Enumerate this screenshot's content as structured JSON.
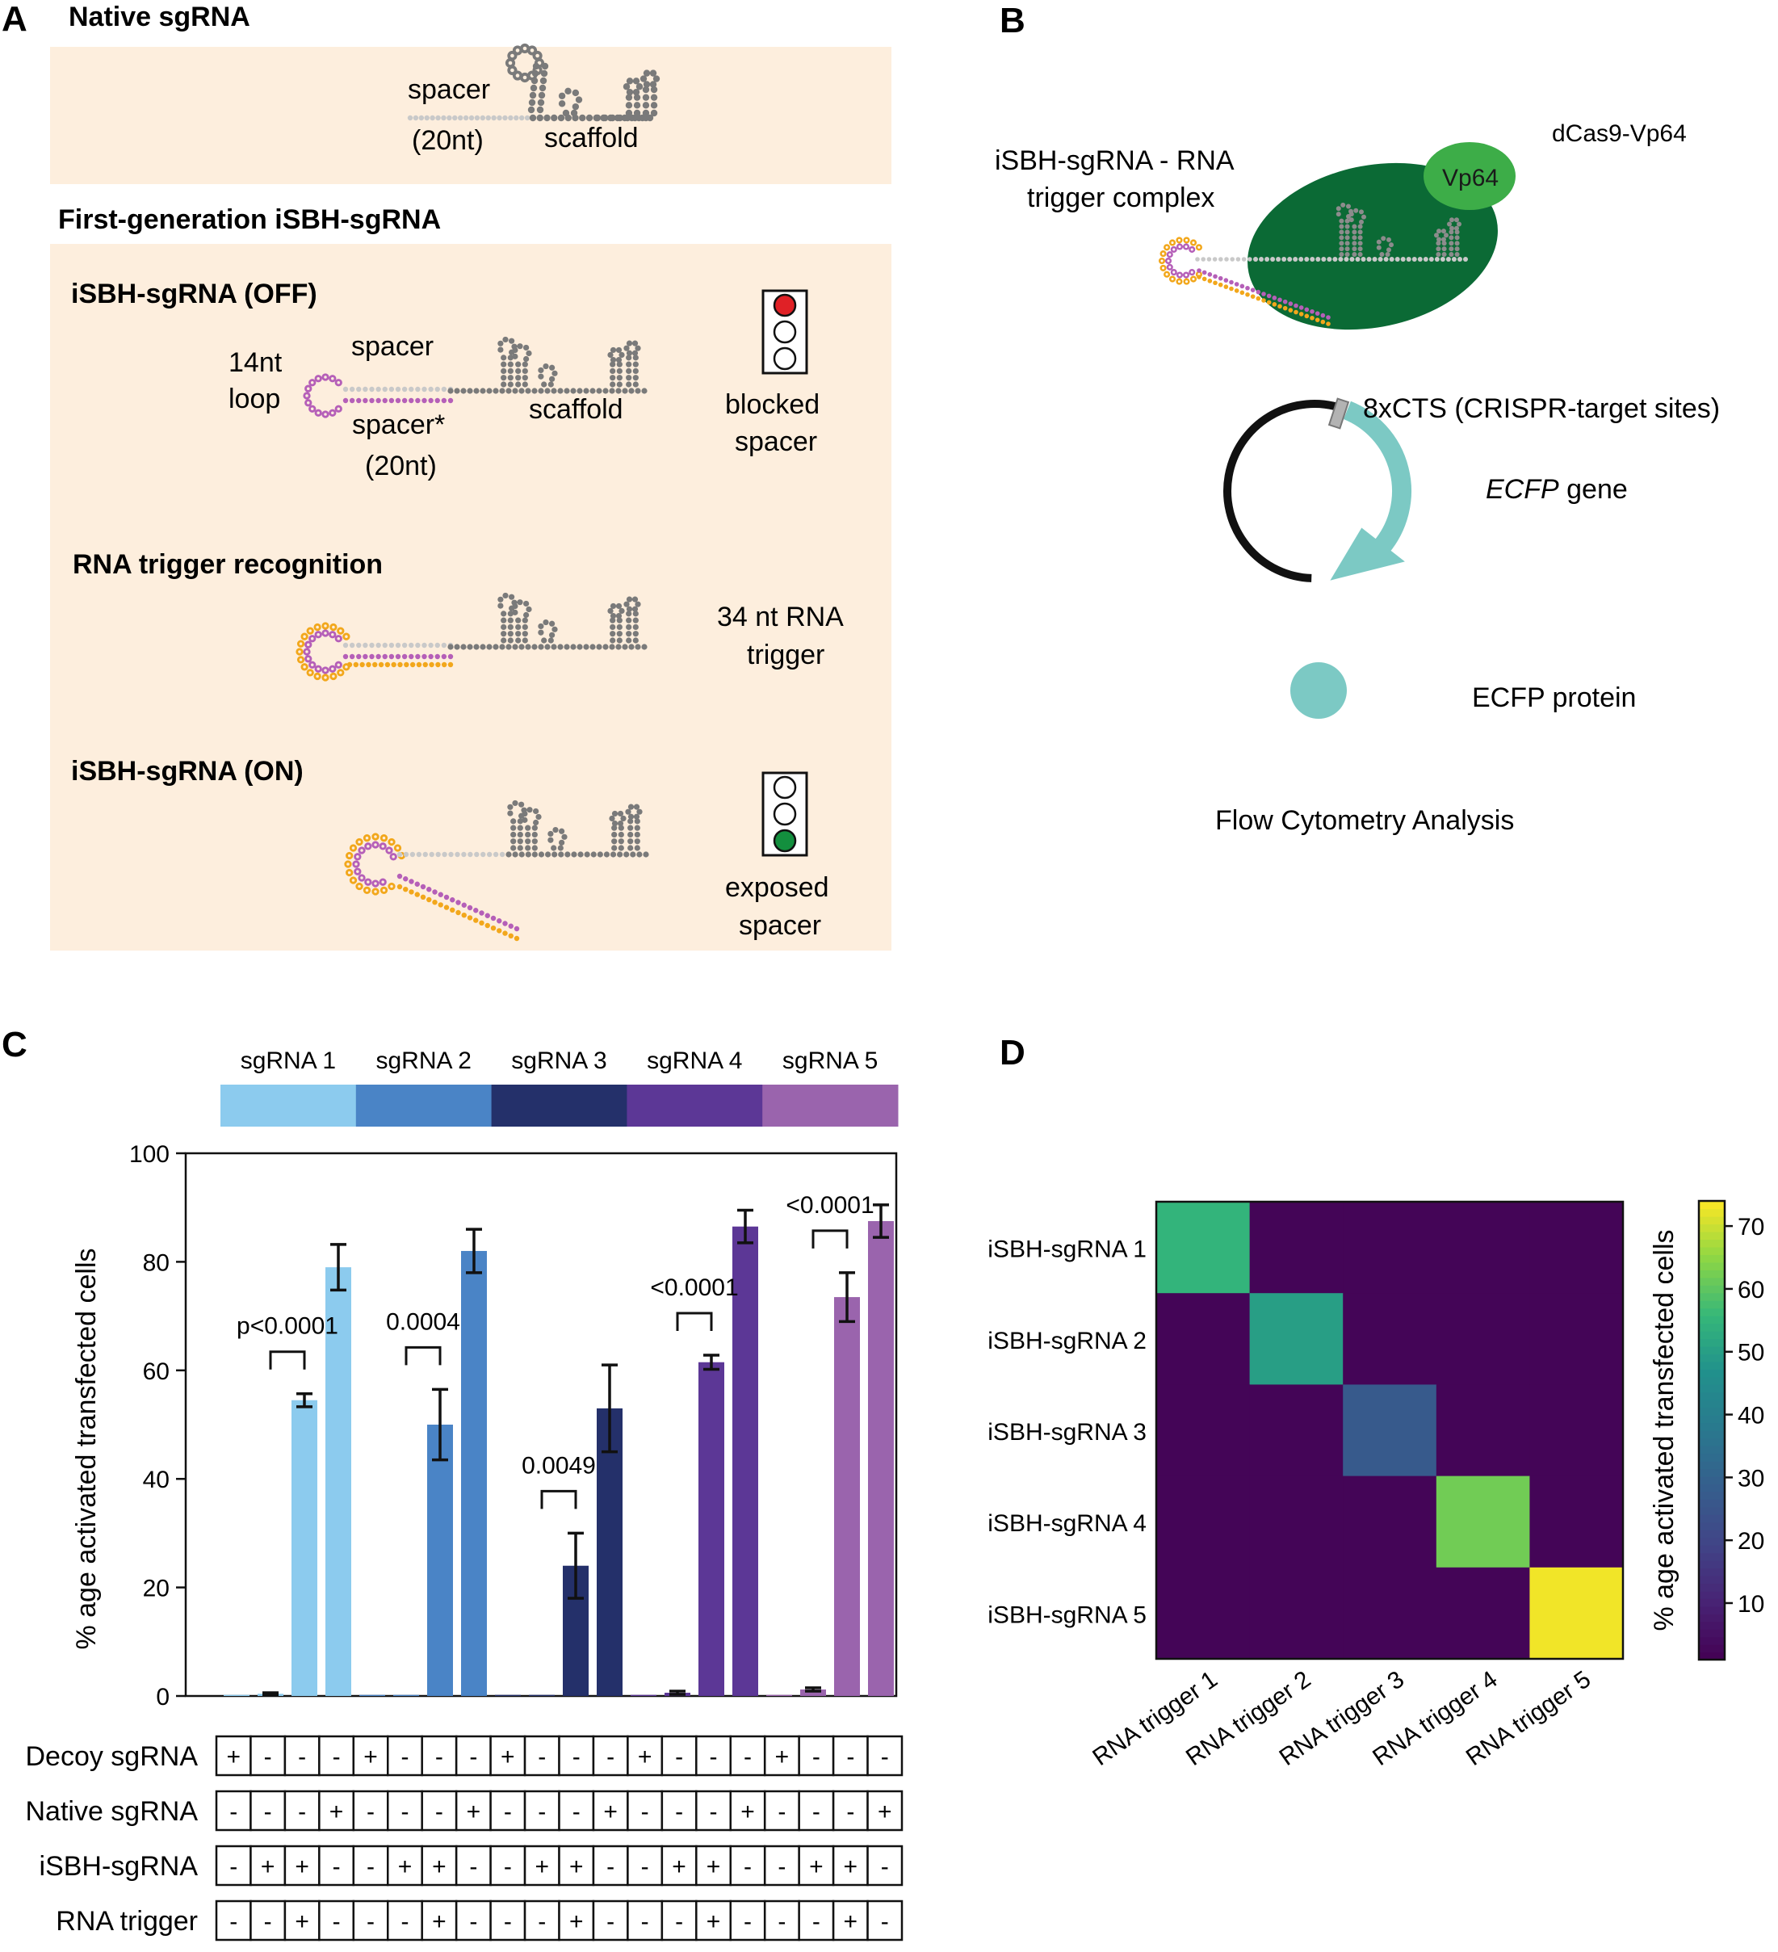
{
  "panels": {
    "A": "A",
    "B": "B",
    "C": "C",
    "D": "D"
  },
  "panel_a": {
    "native_title": "Native sgRNA",
    "native_spacer": "spacer",
    "native_20nt": "(20nt)",
    "native_scaffold": "scaffold",
    "first_gen_title": "First-generation  iSBH-sgRNA",
    "off_title": "iSBH-sgRNA (OFF)",
    "loop_14nt": "14nt",
    "loop_word": "loop",
    "off_spacer": "spacer",
    "off_spacer_star": "spacer*",
    "off_20nt": "(20nt)",
    "off_scaffold": "scaffold",
    "blocked_1": "blocked",
    "blocked_2": "spacer",
    "trigger_title": "RNA trigger recognition",
    "trigger_1": "34 nt RNA",
    "trigger_2": "trigger",
    "on_title": "iSBH-sgRNA (ON)",
    "exposed_1": "exposed",
    "exposed_2": "spacer",
    "colors": {
      "loop": "#b55fb8",
      "spacer": "#c9c9c9",
      "scaffold": "#7a7a7a",
      "trigger": "#f2a71b",
      "box": "#fdeedd",
      "red": "#e02126",
      "green": "#138f3e"
    }
  },
  "panel_b": {
    "complex_1": "iSBH-sgRNA - RNA",
    "complex_2": "trigger complex",
    "dcas9": "dCas9-Vp64",
    "vp64": "Vp64",
    "cts": "8xCTS (CRISPR-target sites)",
    "ecfp_gene_italic": "ECFP",
    "ecfp_gene_rest": " gene",
    "ecfp_protein": "ECFP protein",
    "flow": "Flow Cytometry Analysis",
    "colors": {
      "dcas9": "#0b6a35",
      "vp64": "#3dad48",
      "ecfp": "#7cc9c4"
    }
  },
  "chart_data": [
    {
      "type": "bar",
      "panel": "C",
      "ylabel": "% age activated transfected cells",
      "ylim": [
        0,
        100
      ],
      "yticks": [
        0,
        20,
        40,
        60,
        80,
        100
      ],
      "legend": [
        {
          "name": "sgRNA 1",
          "color": "#8ccbee"
        },
        {
          "name": "sgRNA 2",
          "color": "#4a84c6"
        },
        {
          "name": "sgRNA 3",
          "color": "#24306a"
        },
        {
          "name": "sgRNA 4",
          "color": "#5c3796"
        },
        {
          "name": "sgRNA 5",
          "color": "#9a64ad"
        }
      ],
      "groups": [
        {
          "values": [
            0.2,
            0.4,
            54.5,
            79.0
          ],
          "errors": [
            0,
            0.2,
            1.2,
            4.2
          ]
        },
        {
          "values": [
            0.2,
            0.2,
            50.0,
            82.0
          ],
          "errors": [
            0,
            0,
            6.5,
            4.0
          ]
        },
        {
          "values": [
            0.2,
            0.2,
            24.0,
            53.0
          ],
          "errors": [
            0,
            0,
            6.0,
            8.0
          ]
        },
        {
          "values": [
            0.2,
            0.6,
            61.5,
            86.5
          ],
          "errors": [
            0,
            0.3,
            1.3,
            3.0
          ]
        },
        {
          "values": [
            0.2,
            1.2,
            73.5,
            87.5
          ],
          "errors": [
            0,
            0.3,
            4.5,
            3.0
          ]
        }
      ],
      "pvalues": [
        "p<0.0001",
        "0.0004",
        "0.0049",
        "<0.0001",
        "<0.0001"
      ],
      "table": {
        "rows": [
          {
            "label": "Decoy sgRNA",
            "cells": [
              "+",
              "-",
              "-",
              "-",
              "+",
              "-",
              "-",
              "-",
              "+",
              "-",
              "-",
              "-",
              "+",
              "-",
              "-",
              "-",
              "+",
              "-",
              "-",
              "-"
            ]
          },
          {
            "label": "Native sgRNA",
            "cells": [
              "-",
              "-",
              "-",
              "+",
              "-",
              "-",
              "-",
              "+",
              "-",
              "-",
              "-",
              "+",
              "-",
              "-",
              "-",
              "+",
              "-",
              "-",
              "-",
              "+"
            ]
          },
          {
            "label": "iSBH-sgRNA",
            "cells": [
              "-",
              "+",
              "+",
              "-",
              "-",
              "+",
              "+",
              "-",
              "-",
              "+",
              "+",
              "-",
              "-",
              "+",
              "+",
              "-",
              "-",
              "+",
              "+",
              "-"
            ]
          },
          {
            "label": "RNA trigger",
            "cells": [
              "-",
              "-",
              "+",
              "-",
              "-",
              "-",
              "+",
              "-",
              "-",
              "-",
              "+",
              "-",
              "-",
              "-",
              "+",
              "-",
              "-",
              "-",
              "+",
              "-"
            ]
          }
        ]
      }
    },
    {
      "type": "heatmap",
      "panel": "D",
      "rows": [
        "iSBH-sgRNA 1",
        "iSBH-sgRNA 2",
        "iSBH-sgRNA 3",
        "iSBH-sgRNA 4",
        "iSBH-sgRNA 5"
      ],
      "cols": [
        "RNA trigger 1",
        "RNA trigger 2",
        "RNA trigger 3",
        "RNA trigger 4",
        "RNA trigger 5"
      ],
      "values": [
        [
          55,
          2,
          2,
          2,
          2
        ],
        [
          2,
          50,
          2,
          2,
          2
        ],
        [
          2,
          2,
          27,
          2,
          2
        ],
        [
          2,
          2,
          2,
          62,
          2
        ],
        [
          2,
          2,
          2,
          2,
          73
        ]
      ],
      "colorbar_label": "% age activated transfected cells",
      "colorbar_ticks": [
        10,
        20,
        30,
        40,
        50,
        60,
        70
      ],
      "vmin": 1,
      "vmax": 74,
      "colormap": "viridis"
    }
  ]
}
